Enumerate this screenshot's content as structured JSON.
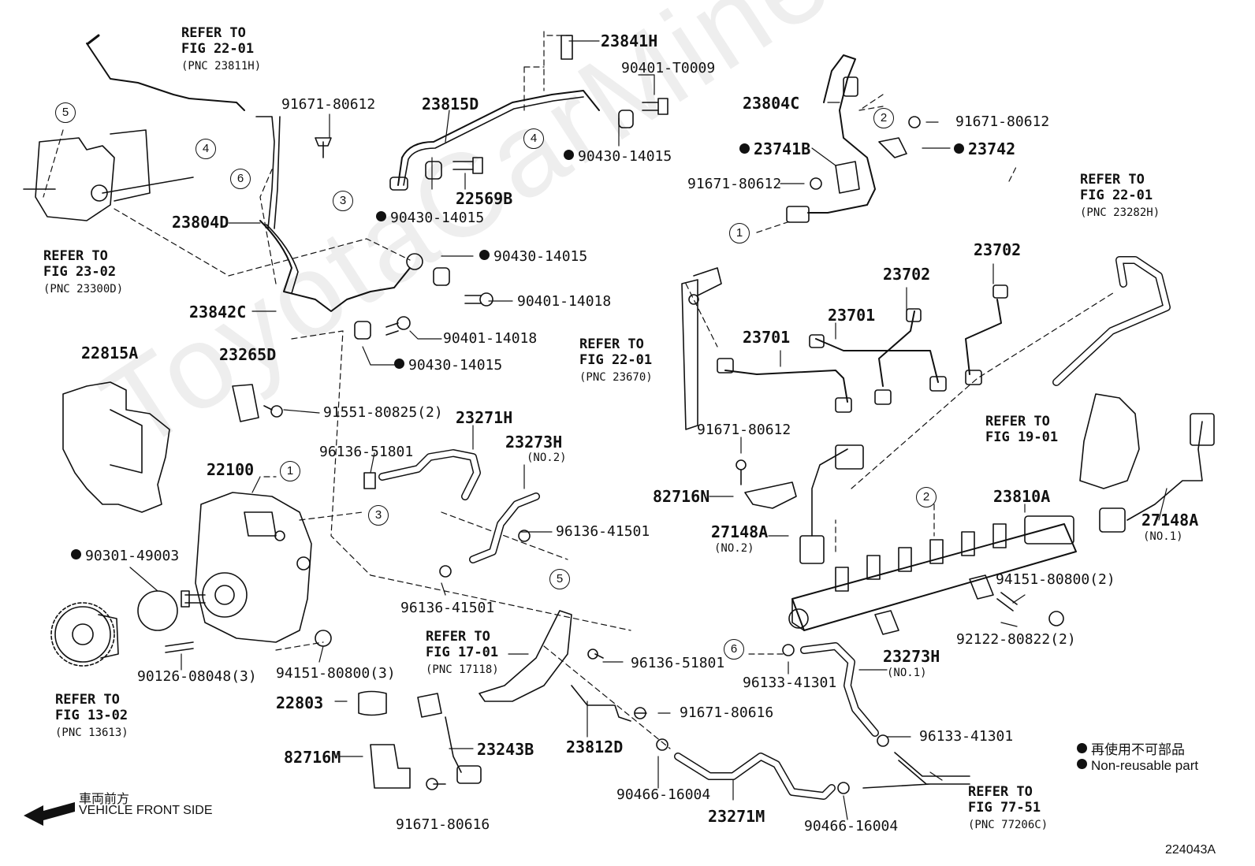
{
  "watermark": "ToyotaCarMine.ru",
  "diagram_id": "224043A",
  "legend": {
    "jp": "再使用不可部品",
    "en": "Non-reusable part"
  },
  "front": {
    "jp": "車両前方",
    "en": "VEHICLE FRONT SIDE"
  },
  "refs": [
    {
      "l1": "REFER TO",
      "l2": "FIG 22-01",
      "pnc": "(PNC 23811H)"
    },
    {
      "l1": "REFER TO",
      "l2": "FIG 23-02",
      "pnc": "(PNC 23300D)"
    },
    {
      "l1": "REFER TO",
      "l2": "FIG 22-01",
      "pnc": "(PNC 23282H)"
    },
    {
      "l1": "REFER TO",
      "l2": "FIG 22-01",
      "pnc": "(PNC 23670)"
    },
    {
      "l1": "REFER TO",
      "l2": "FIG 19-01",
      "pnc": ""
    },
    {
      "l1": "REFER TO",
      "l2": "FIG 13-02",
      "pnc": "(PNC 13613)"
    },
    {
      "l1": "REFER TO",
      "l2": "FIG 17-01",
      "pnc": "(PNC 17118)"
    },
    {
      "l1": "REFER TO",
      "l2": "FIG 77-51",
      "pnc": "(PNC 77206C)"
    }
  ],
  "parts": [
    {
      "text": "23841H",
      "dot": false
    },
    {
      "text": "90401-T0009",
      "dot": false
    },
    {
      "text": "23815D",
      "dot": false
    },
    {
      "text": "90430-14015",
      "dot": true
    },
    {
      "text": "22569B",
      "dot": false
    },
    {
      "text": "90430-14015",
      "dot": true
    },
    {
      "text": "91671-80612",
      "dot": false
    },
    {
      "text": "23804D",
      "dot": false
    },
    {
      "text": "90430-14015",
      "dot": true
    },
    {
      "text": "90401-14018",
      "dot": false
    },
    {
      "text": "23842C",
      "dot": false
    },
    {
      "text": "90401-14018",
      "dot": false
    },
    {
      "text": "90430-14015",
      "dot": true
    },
    {
      "text": "22815A",
      "dot": false
    },
    {
      "text": "23265D",
      "dot": false
    },
    {
      "text": "91551-80825(2)",
      "dot": false
    },
    {
      "text": "23804C",
      "dot": false
    },
    {
      "text": "91671-80612",
      "dot": false
    },
    {
      "text": "23741B",
      "dot": true
    },
    {
      "text": "23742",
      "dot": true
    },
    {
      "text": "91671-80612",
      "dot": false
    },
    {
      "text": "23702",
      "dot": false
    },
    {
      "text": "23702",
      "dot": false
    },
    {
      "text": "23701",
      "dot": false
    },
    {
      "text": "23701",
      "dot": false
    },
    {
      "text": "91671-80612",
      "dot": false
    },
    {
      "text": "82716N",
      "dot": false
    },
    {
      "text": "27148A",
      "dot": false
    },
    {
      "text": "23810A",
      "dot": false
    },
    {
      "text": "27148A",
      "dot": false
    },
    {
      "text": "94151-80800(2)",
      "dot": false
    },
    {
      "text": "92122-80822(2)",
      "dot": false
    },
    {
      "text": "23271H",
      "dot": false
    },
    {
      "text": "23273H",
      "dot": false
    },
    {
      "text": "96136-51801",
      "dot": false
    },
    {
      "text": "22100",
      "dot": false
    },
    {
      "text": "96136-41501",
      "dot": false
    },
    {
      "text": "96136-41501",
      "dot": false
    },
    {
      "text": "90301-49003",
      "dot": true
    },
    {
      "text": "90126-08048(3)",
      "dot": false
    },
    {
      "text": "94151-80800(3)",
      "dot": false
    },
    {
      "text": "96136-51801",
      "dot": false
    },
    {
      "text": "96133-41301",
      "dot": false
    },
    {
      "text": "23273H",
      "dot": false
    },
    {
      "text": "96133-41301",
      "dot": false
    },
    {
      "text": "22803",
      "dot": false
    },
    {
      "text": "82716M",
      "dot": false
    },
    {
      "text": "23243B",
      "dot": false
    },
    {
      "text": "23812D",
      "dot": false
    },
    {
      "text": "91671-80616",
      "dot": false
    },
    {
      "text": "91671-80616",
      "dot": false
    },
    {
      "text": "90466-16004",
      "dot": false
    },
    {
      "text": "23271M",
      "dot": false
    },
    {
      "text": "90466-16004",
      "dot": false
    }
  ],
  "subnotes": [
    "(NO.2)",
    "(NO.2)",
    "(NO.1)",
    "(NO.1)"
  ],
  "circles": [
    "5",
    "4",
    "6",
    "4",
    "3",
    "2",
    "1",
    "1",
    "3",
    "2",
    "5",
    "6"
  ]
}
